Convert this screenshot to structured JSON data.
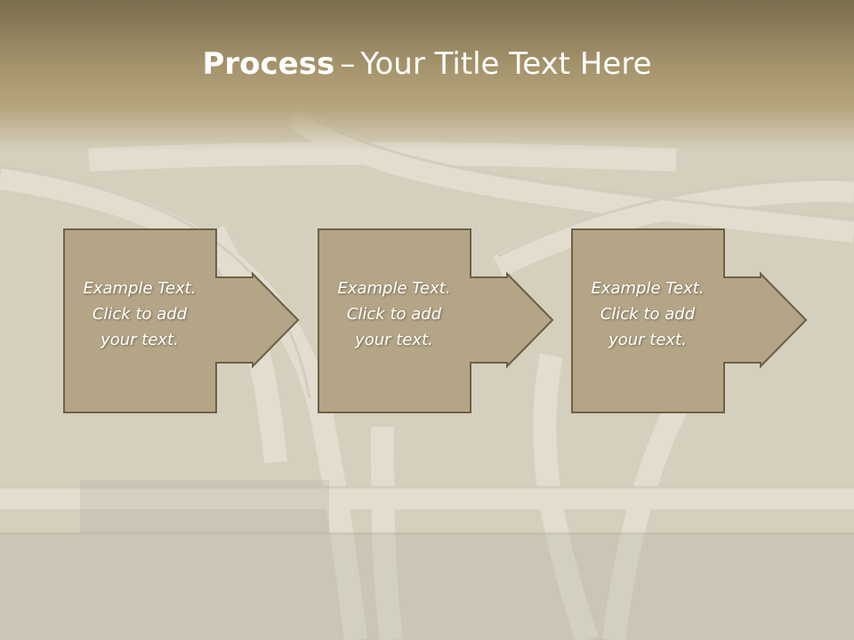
{
  "title": {
    "bold": "Process",
    "separator": "–",
    "rest": "Your Title Text Here"
  },
  "steps": [
    {
      "lines": [
        "Example Text.",
        "Click  to add",
        "your text."
      ]
    },
    {
      "lines": [
        "Example Text.",
        "Click  to add",
        "your text."
      ]
    },
    {
      "lines": [
        "Example Text.",
        "Click  to add",
        "your text."
      ]
    }
  ],
  "colors": {
    "title_band": "#a6956c",
    "box_fill": "#b3a586",
    "box_border": "#6e6146",
    "text": "#ffffff"
  }
}
